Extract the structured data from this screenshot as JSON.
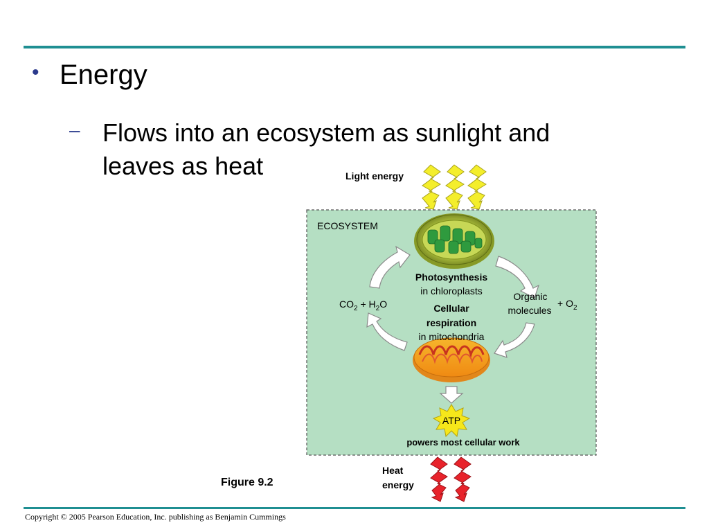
{
  "slide": {
    "bullet": "Energy",
    "sub_bullet": "Flows into an ecosystem as sunlight and leaves as heat",
    "figure_label": "Figure 9.2",
    "copyright": "Copyright © 2005 Pearson Education, Inc. publishing as Benjamin Cummings"
  },
  "diagram": {
    "light_energy": "Light energy",
    "ecosystem": "ECOSYSTEM",
    "photosynthesis": "Photosynthesis",
    "in_chloroplasts": "in chloroplasts",
    "co2": "CO",
    "sub_2": "2",
    "plus_h": " + H",
    "o": "O",
    "organic": "Organic",
    "molecules": "molecules",
    "plus_o": "+ O",
    "cellular": "Cellular",
    "respiration": "respiration",
    "in_mitochondria": "in mitochondria",
    "atp": "ATP",
    "powers": "powers most cellular work",
    "heat": "Heat",
    "energy": "energy"
  },
  "colors": {
    "accent": "#1f8f92",
    "bullet": "#2b3a8c",
    "ecosystem_fill": "#b5dfc3",
    "light_bolt": "#f4ee2b",
    "heat_bolt": "#e8232b",
    "atp_star": "#f6e71a"
  }
}
